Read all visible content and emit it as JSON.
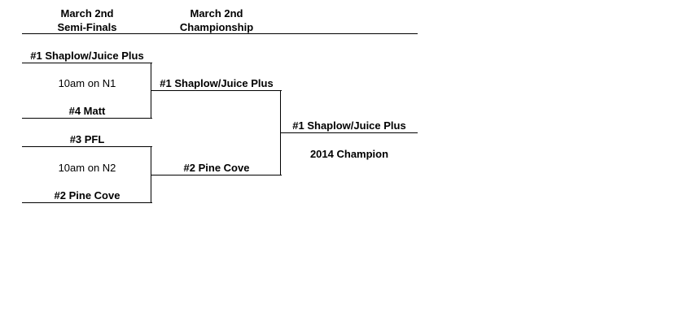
{
  "headers": {
    "semifinals": {
      "date": "March 2nd",
      "round": "Semi-Finals"
    },
    "championship": {
      "date": "March 2nd",
      "round": "Championship"
    }
  },
  "semifinals": [
    {
      "top_team": "#1 Shaplow/Juice Plus",
      "time": "10am on N1",
      "bottom_team": "#4 Matt"
    },
    {
      "top_team": "#3 PFL",
      "time": "10am on N2",
      "bottom_team": "#2 Pine Cove"
    }
  ],
  "championship": {
    "top_team": "#1 Shaplow/Juice Plus",
    "bottom_team": "#2 Pine Cove"
  },
  "champion": {
    "team": "#1 Shaplow/Juice Plus",
    "label": "2014 Champion"
  }
}
